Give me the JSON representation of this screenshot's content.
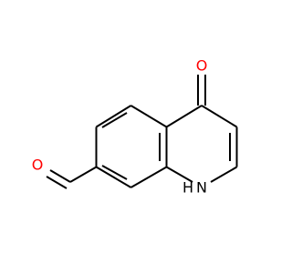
{
  "molecule": {
    "atoms": {
      "oxygen_ketone": {
        "symbol": "O",
        "color": "#ff0000"
      },
      "oxygen_aldehyde": {
        "symbol": "O",
        "color": "#ff0000"
      },
      "nitrogen": {
        "symbol": "N",
        "color": "#000000"
      },
      "nitrogen_hydrogen": {
        "symbol": "H",
        "color": "#000000"
      }
    },
    "bond_color": "#000000"
  }
}
